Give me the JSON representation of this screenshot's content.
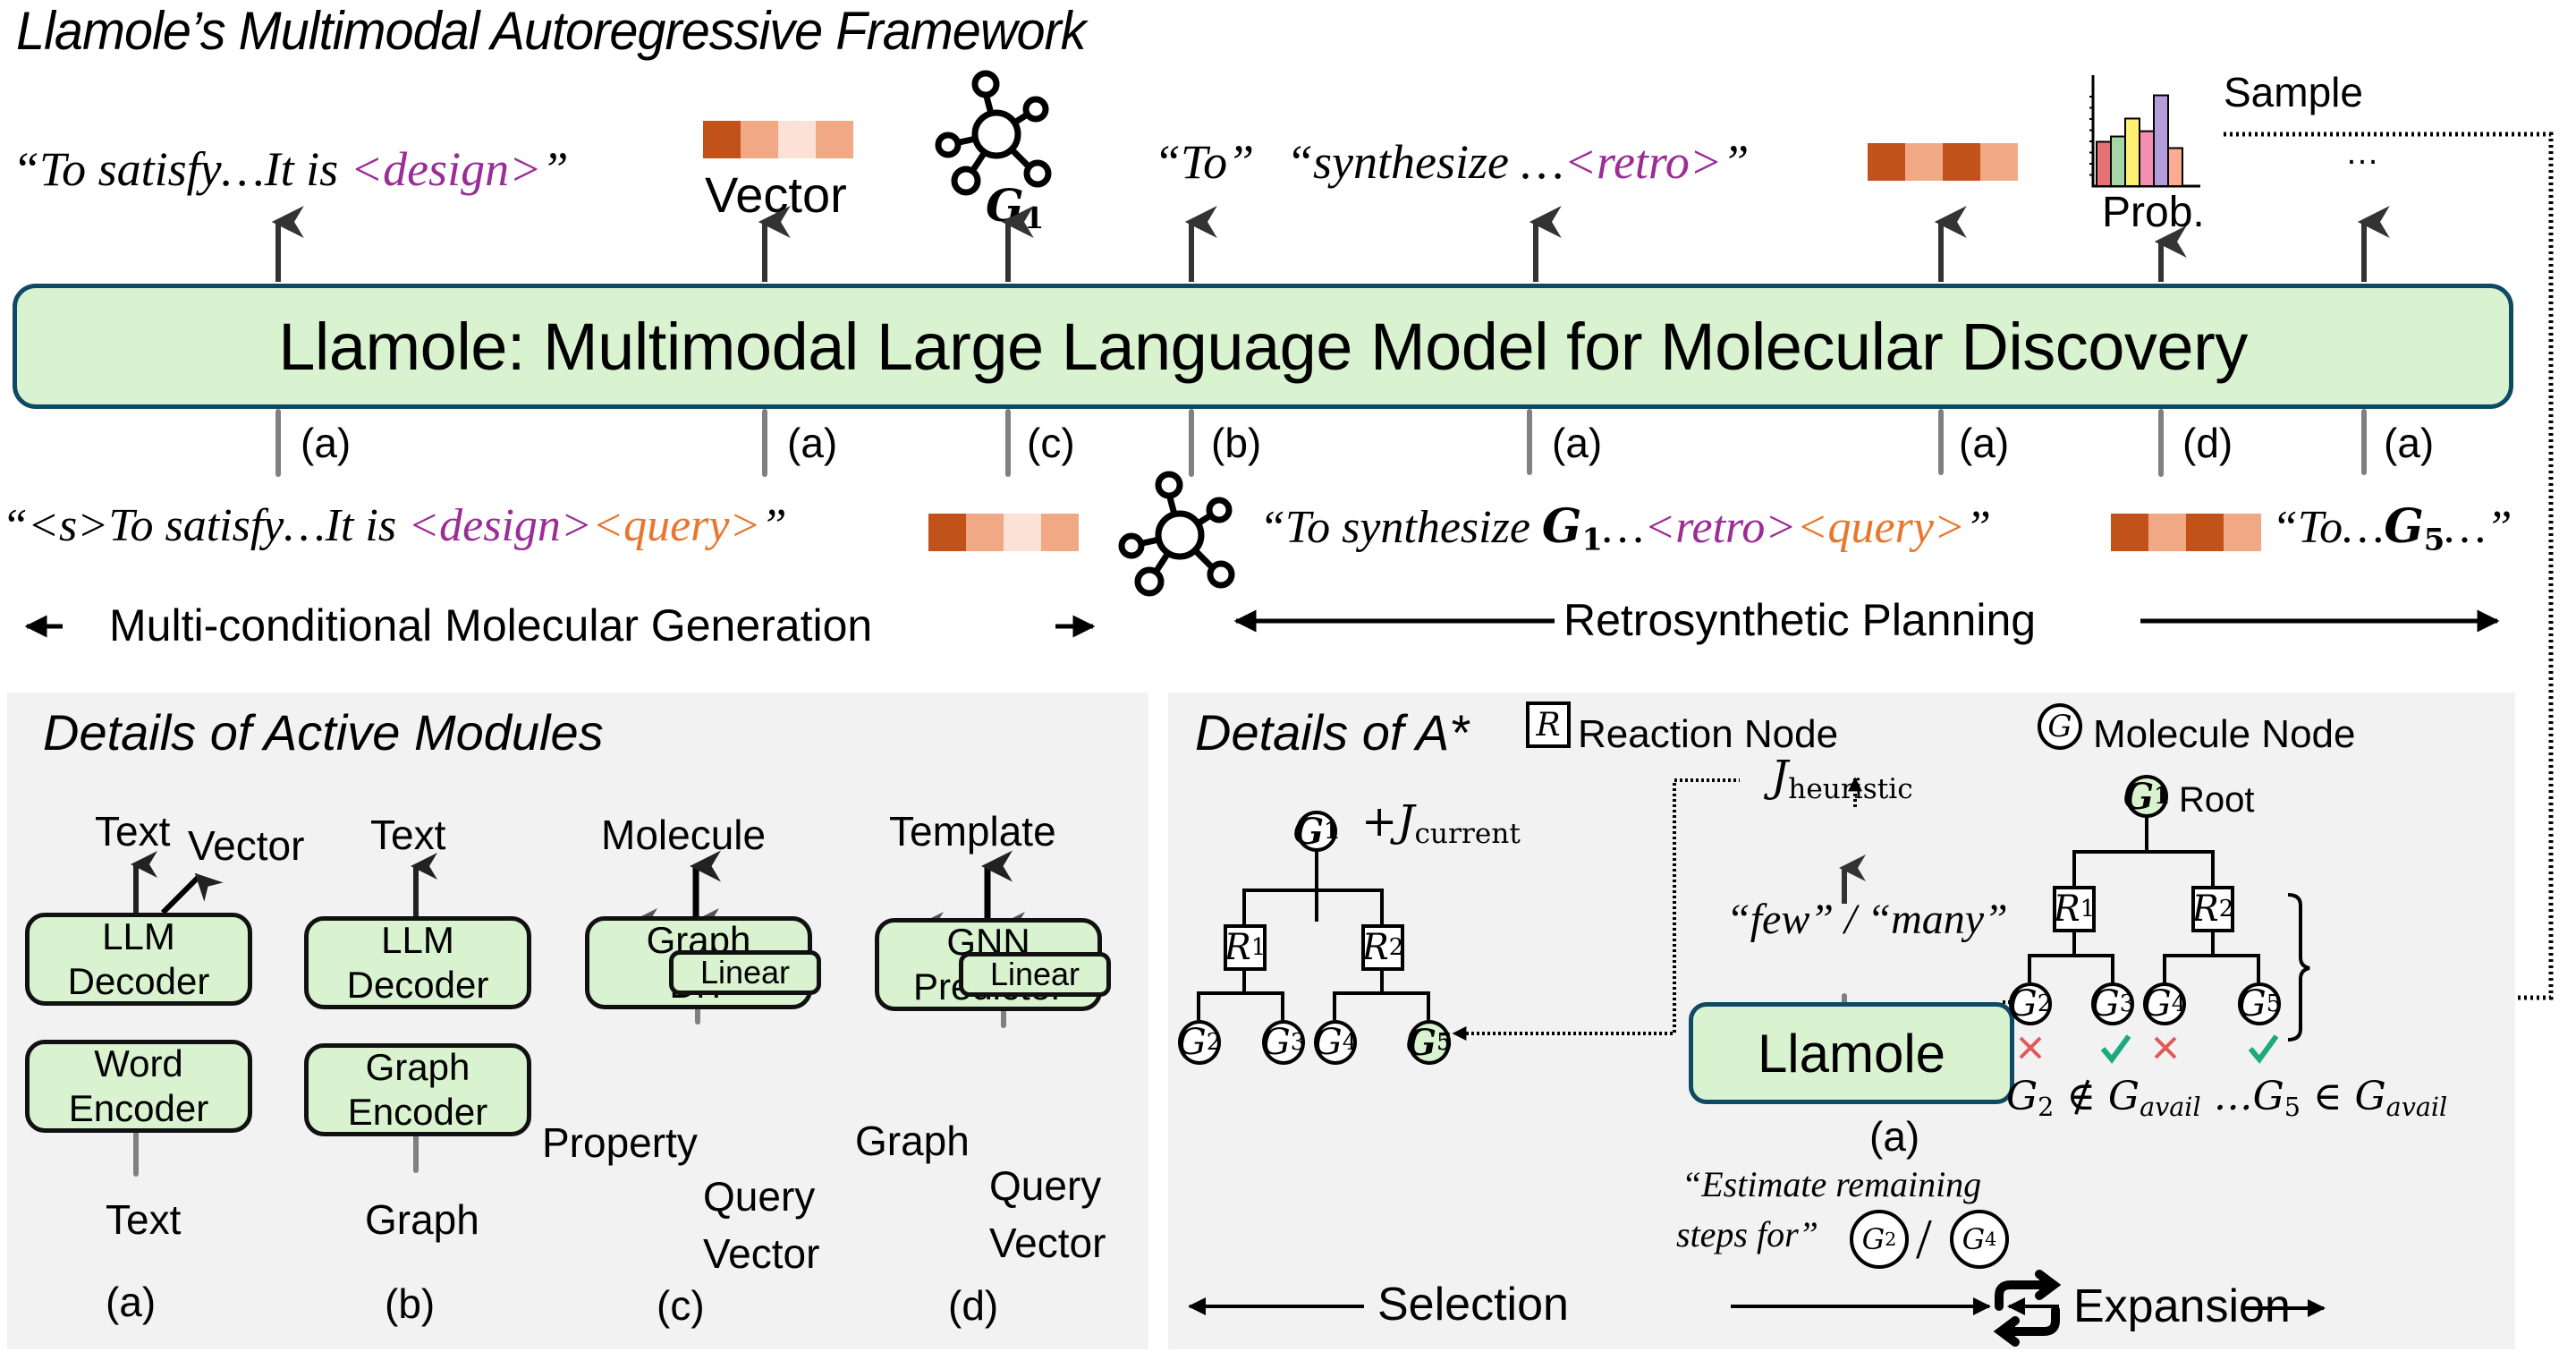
{
  "title": "Llamole’s Multimodal Autoregressive Framework",
  "main_model": {
    "label": "Llamole: Multimodal Large Language Model for Molecular Discovery",
    "fill_color": "#D9F2D0",
    "border_color": "#0E4A63"
  },
  "outputs": {
    "text1_prefix": "“To satisfy…It is ",
    "text1_token": "<design>",
    "text1_suffix": "”",
    "vector_label": "Vector",
    "graph_label_base": "G",
    "graph_label_sub": "1",
    "text2_a": "“To”",
    "text2_b_prefix": "“synthesize …",
    "text2_b_token": "<retro>",
    "text2_b_suffix": "”",
    "prob_label": "Prob.",
    "sample_label": "Sample",
    "ellipsis": "…"
  },
  "module_tags": [
    "(a)",
    "(a)",
    "(c)",
    "(b)",
    "(a)",
    "(a)",
    "(d)",
    "(a)"
  ],
  "inputs": {
    "seq1_prefix": "“<s>To satisfy…It is ",
    "seq1_design": "<design>",
    "seq1_query": "<query>",
    "seq1_suffix": "”",
    "seq2_prefix": "“To synthesize ",
    "seq2_g": "G",
    "seq2_g_sub": "1",
    "seq2_mid": "…",
    "seq2_retro": "<retro>",
    "seq2_query": "<query>",
    "seq2_suffix": "”",
    "seq3_prefix": "“To…",
    "seq3_g": "G",
    "seq3_g_sub": "5",
    "seq3_suffix": "…”"
  },
  "sections": {
    "left": "Multi-conditional Molecular Generation",
    "right": "Retrosynthetic Planning"
  },
  "vector_colors": {
    "dark": "#C0521A",
    "mid": "#F1A985",
    "light": "#FCE2D6"
  },
  "token_colors": {
    "design": "#9B2D96",
    "query": "#E8762C",
    "retro": "#9B2D96"
  },
  "prob_chart": {
    "bars": [
      {
        "value": 0.42,
        "color": "#E57373"
      },
      {
        "value": 0.47,
        "color": "#A5D6A7"
      },
      {
        "value": 0.64,
        "color": "#FFF176"
      },
      {
        "value": 0.52,
        "color": "#F48FB1"
      },
      {
        "value": 0.86,
        "color": "#B39DDB"
      },
      {
        "value": 0.36,
        "color": "#FFAB91"
      }
    ]
  },
  "active_modules": {
    "title": "Details of Active Modules",
    "a": {
      "out1": "Text",
      "out2": "Vector",
      "top_box": [
        "LLM",
        "Decoder"
      ],
      "bottom_box": [
        "Word",
        "Encoder"
      ],
      "input": "Text",
      "tag": "(a)"
    },
    "b": {
      "out1": "Text",
      "top_box": [
        "LLM",
        "Decoder"
      ],
      "bottom_box": [
        "Graph",
        "Encoder"
      ],
      "input": "Graph",
      "tag": "(b)"
    },
    "c": {
      "out1": "Molecule",
      "top_box": [
        "Graph",
        "DiT"
      ],
      "linear": "Linear",
      "input_left": "Property",
      "input_right": [
        "Query",
        "Vector"
      ],
      "tag": "(c)"
    },
    "d": {
      "out1": "Template",
      "top_box": [
        "GNN",
        "Predictor"
      ],
      "linear": "Linear",
      "input_left": "Graph",
      "input_right": [
        "Query",
        "Vector"
      ],
      "tag": "(d)"
    }
  },
  "astar": {
    "title": "Details of A*",
    "legend": {
      "reaction_symbol": "R",
      "reaction_label": "Reaction Node",
      "molecule_symbol": "G",
      "molecule_label": "Molecule Node"
    },
    "j_current": "+J",
    "j_current_sub": "current",
    "j_heuristic": "J",
    "j_heuristic_sub": "heuristic",
    "few_many": "“few” / “many”",
    "llamole_label": "Llamole",
    "llamole_tag": "(a)",
    "estimate_line1": "“Estimate remaining",
    "estimate_line2": "steps for”",
    "estimate_nodes": [
      {
        "base": "G",
        "sub": "2"
      },
      {
        "base": "G",
        "sub": "4"
      }
    ],
    "slash": "/",
    "left_tree": {
      "root": {
        "base": "G",
        "sub": "1"
      },
      "reactions": [
        {
          "base": "R",
          "sub": "1"
        },
        {
          "base": "R",
          "sub": "2"
        }
      ],
      "leaves": [
        {
          "base": "G",
          "sub": "2"
        },
        {
          "base": "G",
          "sub": "3"
        },
        {
          "base": "G",
          "sub": "4"
        },
        {
          "base": "G",
          "sub": "5",
          "highlight": true
        }
      ]
    },
    "right_tree": {
      "root": {
        "base": "G",
        "sub": "1",
        "highlight": true
      },
      "root_label": "Root",
      "reactions": [
        {
          "base": "R",
          "sub": "1"
        },
        {
          "base": "R",
          "sub": "2"
        }
      ],
      "leaves": [
        {
          "base": "G",
          "sub": "2",
          "status": "cross"
        },
        {
          "base": "G",
          "sub": "3",
          "status": "check"
        },
        {
          "base": "G",
          "sub": "4",
          "status": "cross"
        },
        {
          "base": "G",
          "sub": "5",
          "status": "check"
        }
      ]
    },
    "avail_text_1": "G",
    "avail_text_1_sub": "2",
    "avail_notin": " ∉ G",
    "avail_sub": "avail",
    "avail_mid": " …G",
    "avail_text_2_sub": "5",
    "avail_in": " ∈ G",
    "selection_label": "Selection",
    "expansion_label": "Expansion",
    "check_color": "#1BAA7C",
    "cross_color": "#E05A5A"
  }
}
